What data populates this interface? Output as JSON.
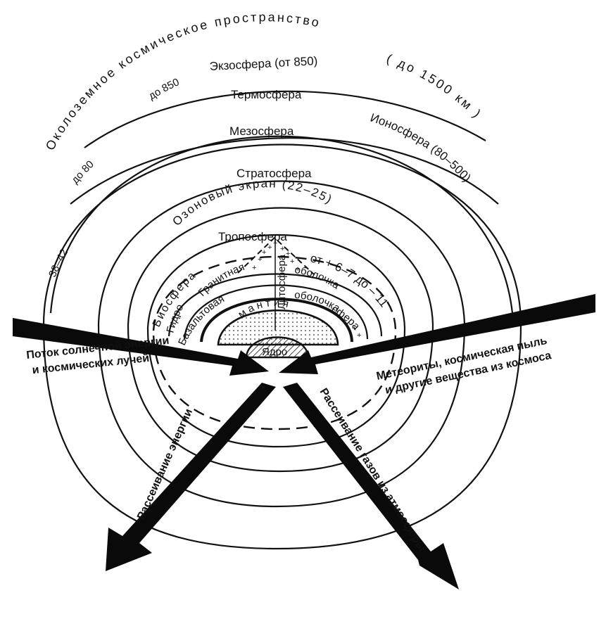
{
  "space": {
    "near_earth_space": "Околоземное космическое пространство",
    "limit": "( до 1500 км )"
  },
  "layers": {
    "exosphere": "Экзосфера (от 850)",
    "to_850": "до 850",
    "thermosphere": "Термосфера",
    "mesosphere": "Мезосфера",
    "ionosphere": "Ионосфера (80–500)",
    "to_80": "до 80",
    "stratosphere": "Стратосфера",
    "ozone": "Озоновый экран (22–25)",
    "range_38_42": "38–42",
    "troposphere": "Тропосфера",
    "crust_range": "от + 6–7 до – 11",
    "biosphere": "Биосфера",
    "hydrosphere": "Гидро",
    "sphere_suffix": "сфера",
    "granite": "Гранитная",
    "granite_shell": "оболочка",
    "basalt": "Базальтовая",
    "basalt_shell": "оболочка",
    "lithosphere": "Литосфера",
    "mantle": "мантия",
    "core": "Ядро"
  },
  "flows": {
    "solar_in": [
      "Поток солнечной энергии",
      "и космических лучей"
    ],
    "meteorites_in": [
      "Метеориты, космическая пыль",
      "и другие вещества из космоса"
    ],
    "energy_out": "Рассеивание энергии",
    "gas_out": "Рассеивание газов из атмосферы"
  }
}
